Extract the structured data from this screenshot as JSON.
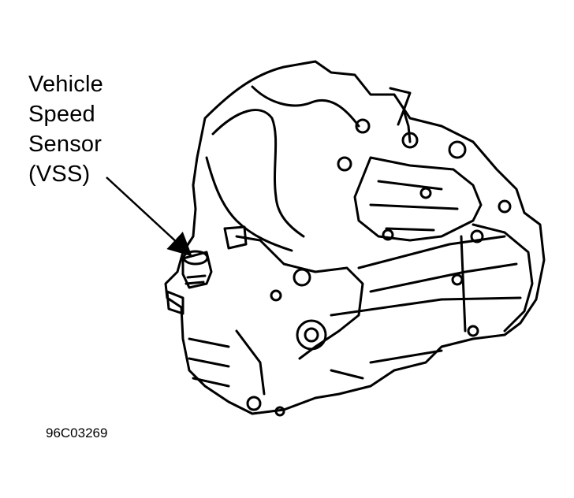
{
  "callout": {
    "lines": [
      "Vehicle",
      "Speed",
      "Sensor",
      "(VSS)"
    ]
  },
  "figure_code": "96C03269",
  "colors": {
    "ink": "#000000",
    "paper": "#ffffff"
  }
}
